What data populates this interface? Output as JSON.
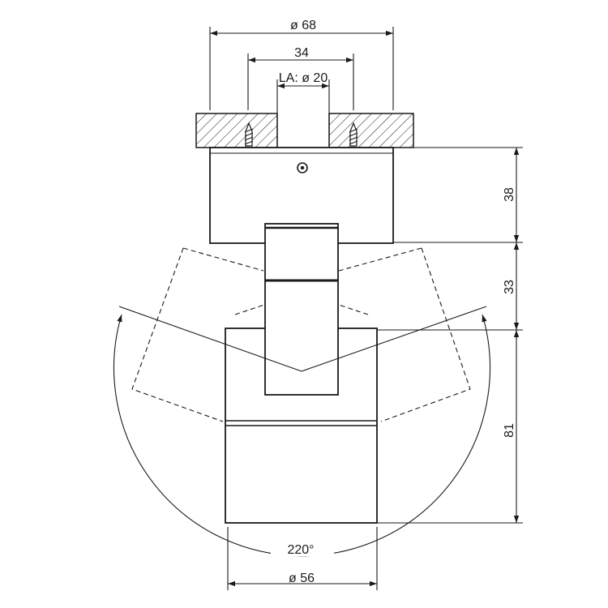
{
  "diagram": {
    "dimensions": {
      "mounting_diameter": "ø 68",
      "screw_spacing": "34",
      "cable_outlet": "LA: ø 20",
      "base_height": "38",
      "arm_length": "33",
      "head_height": "81",
      "rotation_angle": "220°",
      "head_diameter": "ø 56"
    }
  }
}
